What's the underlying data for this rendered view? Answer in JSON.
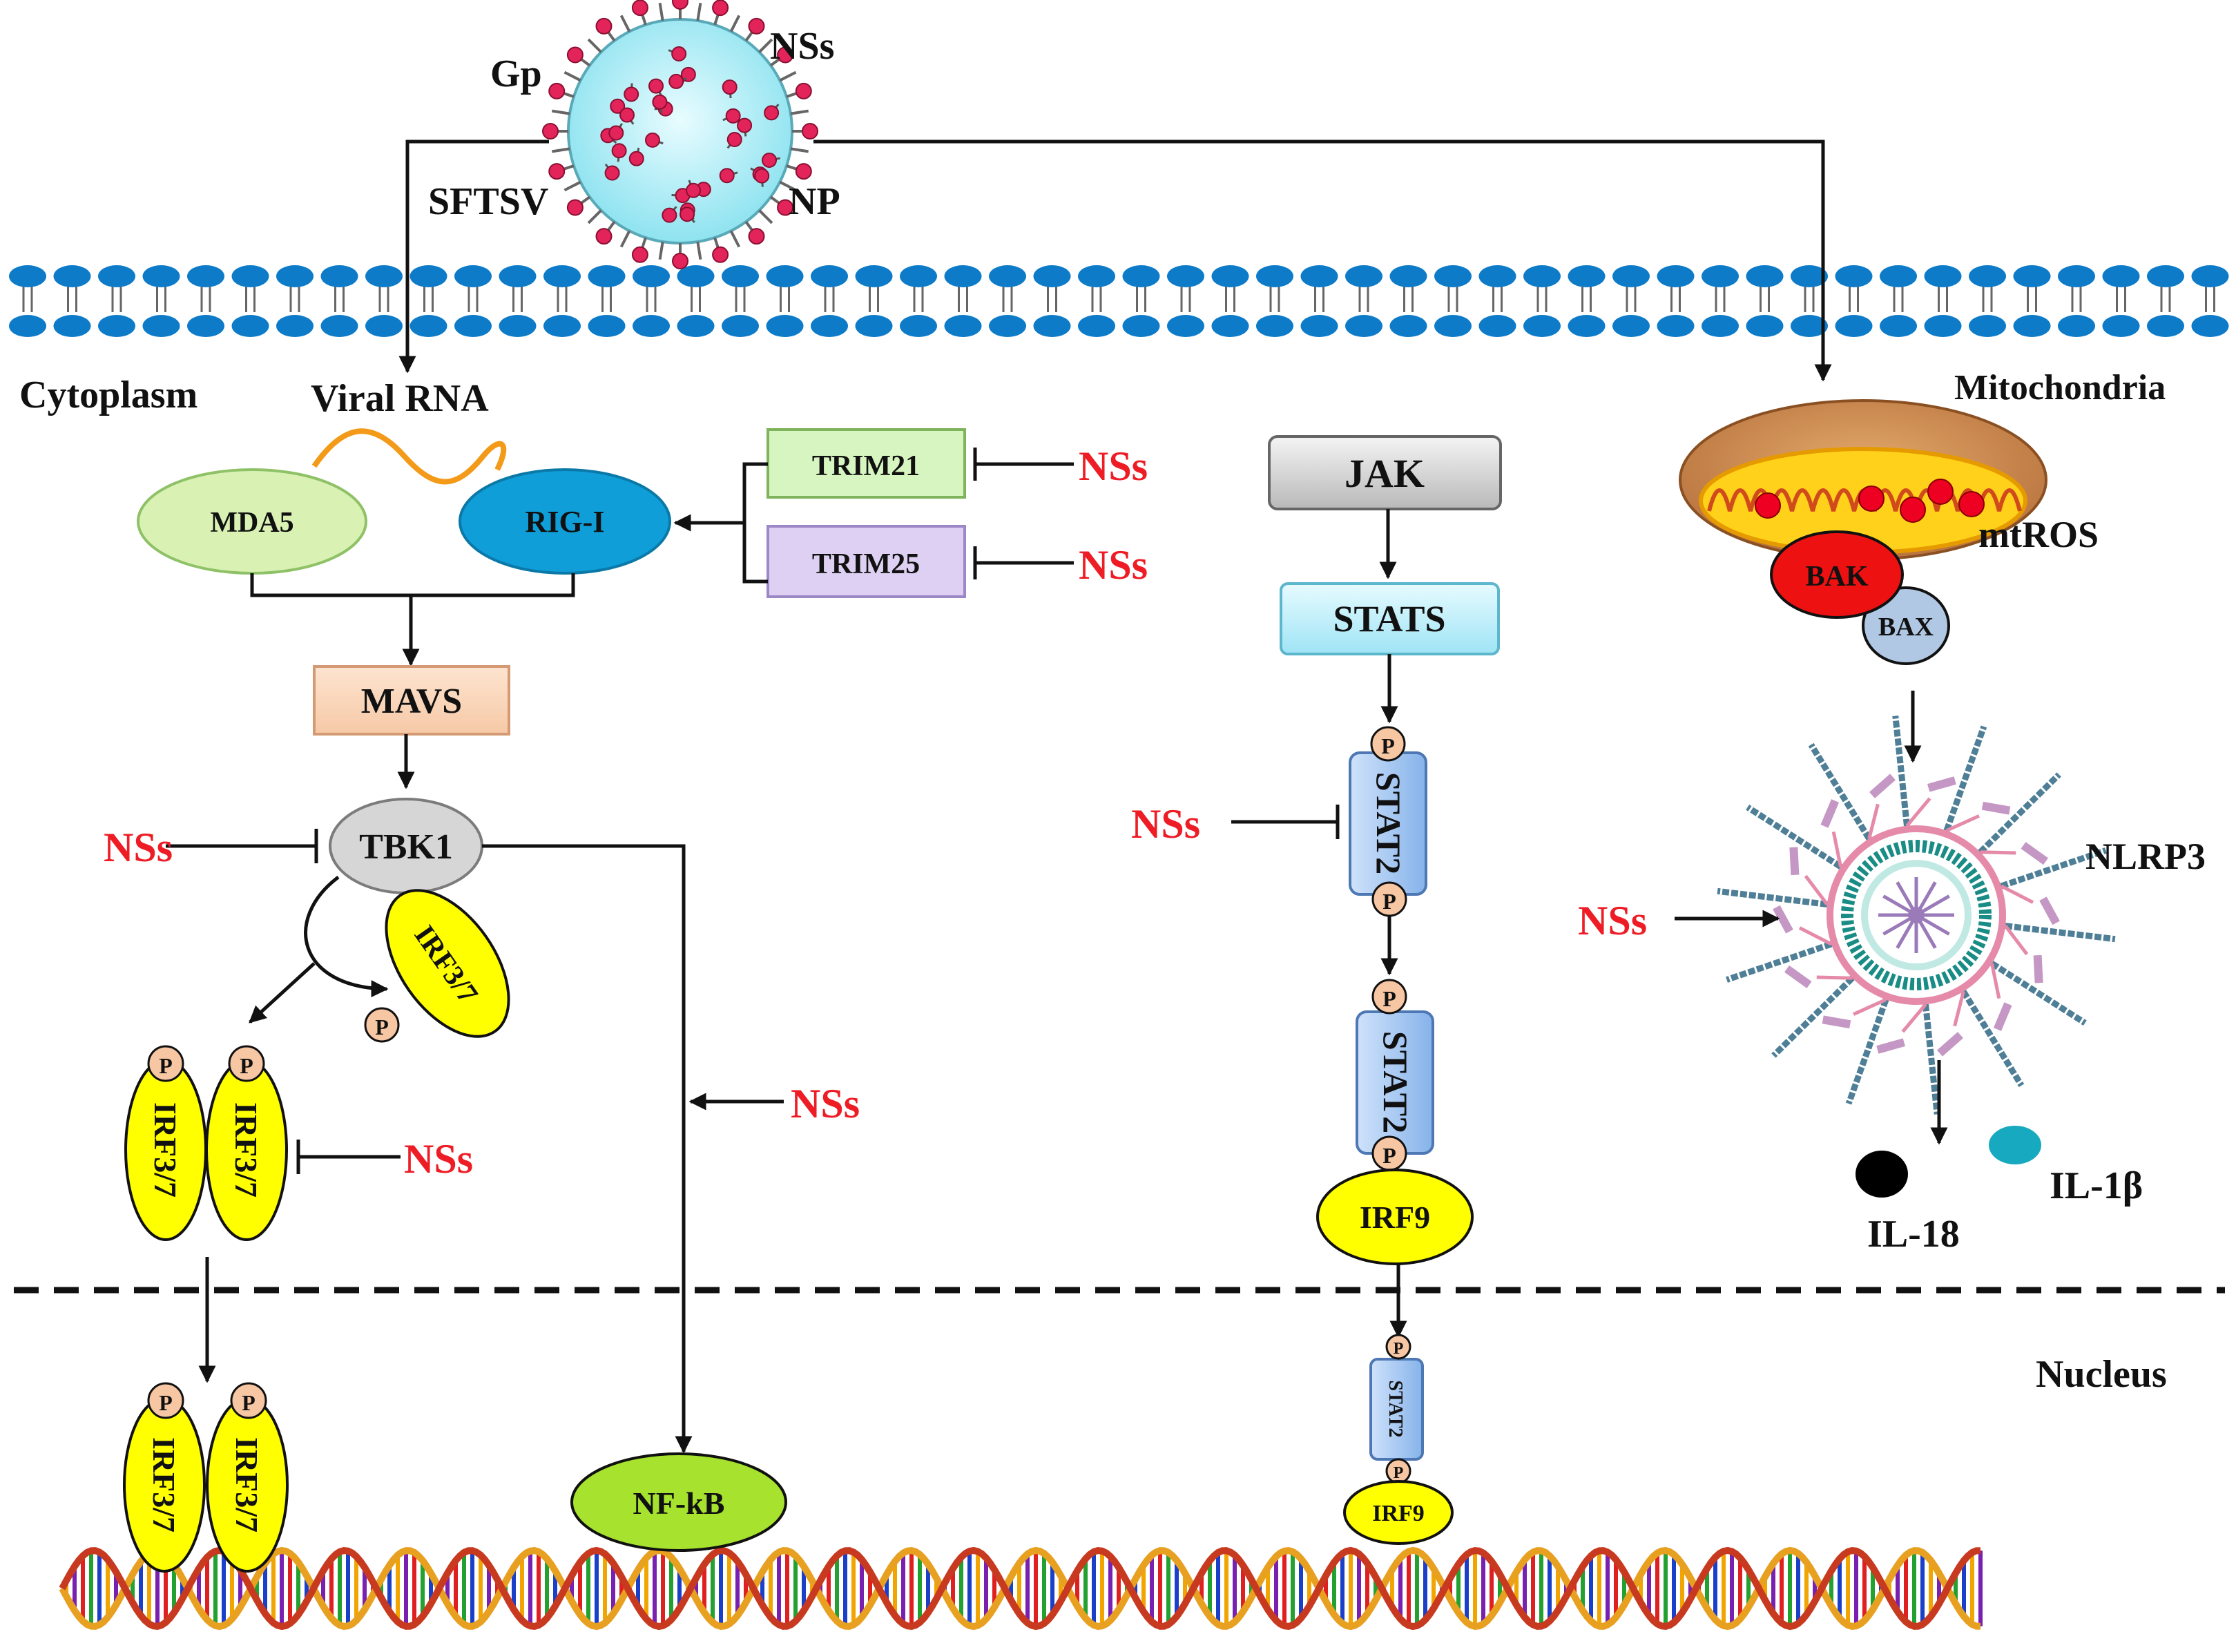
{
  "labels": {
    "virus_gp": "Gp",
    "virus_nss": "NSs",
    "virus_name": "SFTSV",
    "virus_np": "NP",
    "cytoplasm": "Cytoplasm",
    "viral_rna": "Viral RNA",
    "mitochondria": "Mitochondria",
    "mtros": "mtROS",
    "nlrp3": "NLRP3",
    "il18": "IL-18",
    "il1b": "IL-1β",
    "nucleus": "Nucleus"
  },
  "nodes": {
    "mda5": "MDA5",
    "rigi": "RIG-I",
    "trim21": "TRIM21",
    "trim25": "TRIM25",
    "mavs": "MAVS",
    "tbk1": "TBK1",
    "irf37": "IRF3/7",
    "nfkb": "NF-kB",
    "jak": "JAK",
    "stats": "STATS",
    "stat2": "STAT2",
    "irf9": "IRF9",
    "bak": "BAK",
    "bax": "BAX",
    "p": "P"
  },
  "nss": "NSs",
  "colors": {
    "nss_red": "#ee1c25",
    "membrane_blue": "#0e7bc9",
    "irf_yellow": "#ffff00",
    "rigi_blue": "#109ed8",
    "mda5_green": "#d9f2b4",
    "nfkb_green": "#a6e22e",
    "stat_blue": "#a9ccf2",
    "bak_red": "#ee1111",
    "bax_blue": "#b0c8e4",
    "p_peach": "#f7c6a3"
  }
}
